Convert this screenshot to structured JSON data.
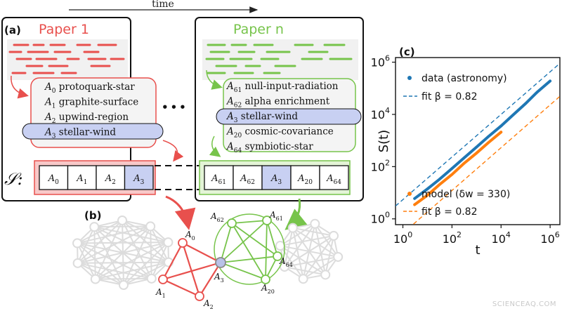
{
  "time_label": "time",
  "panel_a": {
    "label": "(a)",
    "paper1": {
      "title": "Paper 1",
      "concepts": [
        {
          "sym": "A",
          "sub": "0",
          "text": "protoquark-star"
        },
        {
          "sym": "A",
          "sub": "1",
          "text": "graphite-surface"
        },
        {
          "sym": "A",
          "sub": "2",
          "text": "upwind-region"
        },
        {
          "sym": "A",
          "sub": "3",
          "text": "stellar-wind"
        }
      ]
    },
    "ellipsis": "•••",
    "papern": {
      "title": "Paper n",
      "concepts": [
        {
          "sym": "A",
          "sub": "61",
          "text": "null-input-radiation"
        },
        {
          "sym": "A",
          "sub": "62",
          "text": "alpha enrichment"
        },
        {
          "sym": "A",
          "sub": "3",
          "text": "stellar-wind"
        },
        {
          "sym": "A",
          "sub": "20",
          "text": "cosmic-covariance"
        },
        {
          "sym": "A",
          "sub": "64",
          "text": "symbiotic-star"
        }
      ]
    },
    "sequence_symbol": "𝒮:",
    "sequence_left": [
      {
        "sym": "A",
        "sub": "0"
      },
      {
        "sym": "A",
        "sub": "1"
      },
      {
        "sym": "A",
        "sub": "2"
      },
      {
        "sym": "A",
        "sub": "3"
      }
    ],
    "sequence_right": [
      {
        "sym": "A",
        "sub": "61"
      },
      {
        "sym": "A",
        "sub": "62"
      },
      {
        "sym": "A",
        "sub": "3"
      },
      {
        "sym": "A",
        "sub": "20"
      },
      {
        "sym": "A",
        "sub": "64"
      }
    ]
  },
  "panel_b": {
    "label": "(b)",
    "red_nodes": [
      {
        "sym": "A",
        "sub": "0"
      },
      {
        "sym": "A",
        "sub": "1"
      },
      {
        "sym": "A",
        "sub": "2"
      },
      {
        "sym": "A",
        "sub": "3"
      }
    ],
    "green_nodes": [
      {
        "sym": "A",
        "sub": "62"
      },
      {
        "sym": "A",
        "sub": "61"
      },
      {
        "sym": "A",
        "sub": "64"
      },
      {
        "sym": "A",
        "sub": "20"
      }
    ]
  },
  "panel_c": {
    "label": "(c)",
    "legend_data": "data (astronomy)",
    "legend_fit_data": "fit β = 0.82",
    "legend_model": "model (δw = 330)",
    "legend_fit_model": "fit β = 0.82"
  },
  "chart_data": {
    "type": "line",
    "xlabel": "t",
    "ylabel": "S(t)",
    "xscale": "log",
    "yscale": "log",
    "xlim": [
      0.5,
      2500000
    ],
    "ylim": [
      0.6,
      1500000
    ],
    "xticks": [
      {
        "v": 1,
        "label": "10",
        "exp": "0"
      },
      {
        "v": 100,
        "label": "10",
        "exp": "2"
      },
      {
        "v": 10000,
        "label": "10",
        "exp": "4"
      },
      {
        "v": 1000000,
        "label": "10",
        "exp": "6"
      }
    ],
    "yticks": [
      {
        "v": 1,
        "label": "10",
        "exp": "0"
      },
      {
        "v": 100,
        "label": "10",
        "exp": "2"
      },
      {
        "v": 10000,
        "label": "10",
        "exp": "4"
      },
      {
        "v": 1000000,
        "label": "10",
        "exp": "6"
      }
    ],
    "series": [
      {
        "name": "data (astronomy)",
        "style": "points",
        "color": "#1f77b4",
        "x": [
          3,
          10,
          30,
          100,
          300,
          1000,
          3000,
          10000,
          30000,
          100000,
          300000,
          1000000
        ],
        "y": [
          6,
          14,
          32,
          85,
          210,
          560,
          1400,
          3600,
          9300,
          26000,
          72000,
          190000
        ]
      },
      {
        "name": "fit β = 0.82",
        "style": "dashed",
        "color": "#1f77b4",
        "x": [
          0.5,
          2500000
        ],
        "y": [
          3.1,
          900000
        ]
      },
      {
        "name": "model (δw = 330)",
        "style": "points",
        "color": "#ff7f0e",
        "x": [
          3,
          10,
          30,
          100,
          300,
          1000,
          3000,
          10000
        ],
        "y": [
          3.5,
          8,
          20,
          50,
          130,
          330,
          820,
          2100
        ]
      },
      {
        "name": "fit β = 0.82",
        "style": "dashed",
        "color": "#ff7f0e",
        "x": [
          1,
          2500000
        ],
        "y": [
          0.28,
          49000
        ]
      }
    ]
  },
  "watermark": "SCIENCEAQ.COM",
  "colors": {
    "red": "#e8504d",
    "green": "#77c44b",
    "highlight": "#c8d0f2",
    "gray_box": "#f1f1f1",
    "blue": "#1f77b4",
    "orange": "#ff7f0e"
  }
}
